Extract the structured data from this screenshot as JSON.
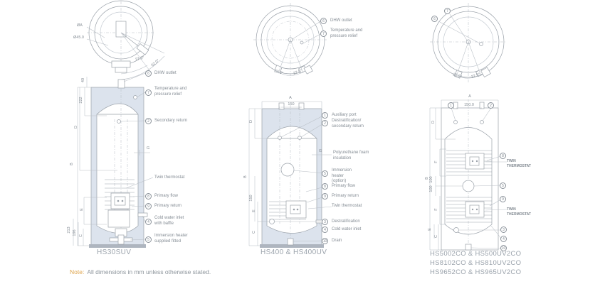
{
  "note": {
    "label": "Note:",
    "text": "All dimensions in mm unless otherwise stated."
  },
  "colors": {
    "tank_fill": "#dce3ed",
    "line": "#9aa1a9",
    "note_accent": "#dfa54e",
    "text": "#848c94"
  },
  "left": {
    "caption": "HS30SUV",
    "top_view": {
      "dia_ref": "ØA",
      "dia_value": "Ø45.0",
      "angle_inner": "37.0°",
      "angle_outer": "62.0°"
    },
    "dims": {
      "offset_40": "40",
      "dome_222": "222",
      "d": "D",
      "b": "B",
      "g": "G",
      "e": "E",
      "h_213": "213",
      "h_196": "196",
      "c": "C"
    },
    "callouts": [
      {
        "num": "6",
        "label": "DHW outlet"
      },
      {
        "num": "7",
        "label": "Temperature and pressure relief"
      },
      {
        "num": "2",
        "label": "Secondary return"
      },
      {
        "num": "",
        "label": "Twin thermostat"
      },
      {
        "num": "8",
        "label": "Primary flow"
      },
      {
        "num": "9",
        "label": "Primary return"
      },
      {
        "num": "4",
        "label": "Cold water inlet with baffle"
      },
      {
        "num": "5",
        "label": "Immersion heater supplied fitted"
      }
    ]
  },
  "middle": {
    "caption": "HS400 & HS400UV",
    "top_view": {
      "angle_left": "22.5°",
      "angle_right": "22.5°",
      "callouts": [
        {
          "num": "6",
          "label": "DHW outlet"
        },
        {
          "num": "7",
          "label": "Temperature and pressure relief"
        }
      ]
    },
    "dims": {
      "a": "A",
      "port_spacing": "150",
      "d": "D",
      "b": "B",
      "v_150": "150",
      "e": "E",
      "c": "C",
      "g": "G"
    },
    "callouts": [
      {
        "num": "1",
        "label": "Auxiliary port"
      },
      {
        "num": "2",
        "label": "Destratification/ secondary return"
      },
      {
        "num": "",
        "label": "Polyurethane foam insulation"
      },
      {
        "num": "5",
        "label": "Immersion heater (option)"
      },
      {
        "num": "8",
        "label": "Primary flow"
      },
      {
        "num": "9",
        "label": "Primary return"
      },
      {
        "num": "",
        "label": "Twin thermostat"
      },
      {
        "num": "3",
        "label": "Destratification"
      },
      {
        "num": "4",
        "label": "Cold water inlet"
      },
      {
        "num": "10",
        "label": "Drain"
      }
    ]
  },
  "right": {
    "captions": [
      "HS5002CO & HS500UV2CO",
      "HS8102CO & HS810UV2CO",
      "HS9652CO & HS965UV2CO"
    ],
    "top_view": {
      "angle_left": "22.5°",
      "angle_right": "22.5°",
      "callout_nums": [
        "7",
        "6"
      ]
    },
    "dims": {
      "a": "A",
      "port_spacing": "150.0",
      "d": "D",
      "b": "B",
      "f_upper": "F",
      "gap_a": "100",
      "gap_b": "100",
      "f_lower": "F",
      "e": "E",
      "c": "C"
    },
    "shoulder_nums": [
      "1",
      "2"
    ],
    "side_nums": [
      "8",
      "5",
      "9",
      "3",
      "4",
      "10"
    ],
    "thermostat_upper": "TWIN THERMOSTAT",
    "thermostat_lower": "TWIN THERMOSTAT"
  }
}
